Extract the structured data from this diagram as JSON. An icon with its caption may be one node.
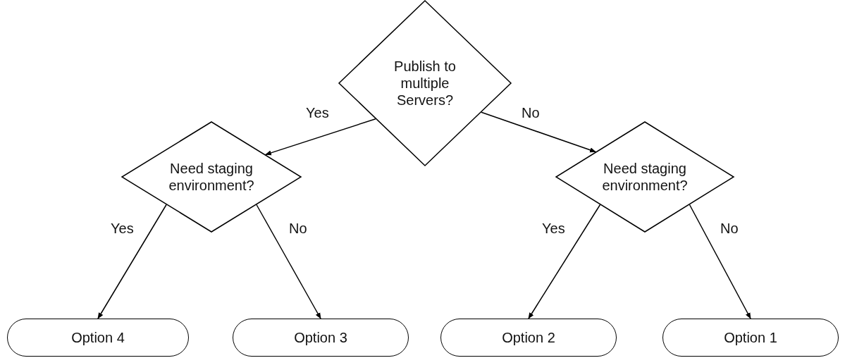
{
  "diagram": {
    "nodes": [
      {
        "text": [
          "Publish to multiple Servers?"
        ]
      },
      {
        "text": [
          "Need staging environment?"
        ]
      },
      {
        "text": [
          "Need staging environment?"
        ]
      },
      {
        "text": [
          "Option 4"
        ]
      },
      {
        "text": [
          "Option 3"
        ]
      },
      {
        "text": [
          "Option 2"
        ]
      },
      {
        "text": [
          "Option 1"
        ]
      }
    ],
    "edges": [
      {
        "from": 0,
        "to": 1,
        "arrow": "to",
        "label": "Yes"
      },
      {
        "from": 0,
        "to": 2,
        "arrow": "to",
        "label": "No"
      },
      {
        "from": 1,
        "to": 3,
        "arrow": "to",
        "label": "Yes"
      },
      {
        "from": 1,
        "to": 4,
        "arrow": "to",
        "label": "No"
      },
      {
        "from": 2,
        "to": 5,
        "arrow": "to",
        "label": "Yes"
      },
      {
        "from": 2,
        "to": 6,
        "arrow": "to",
        "label": "No"
      }
    ]
  }
}
